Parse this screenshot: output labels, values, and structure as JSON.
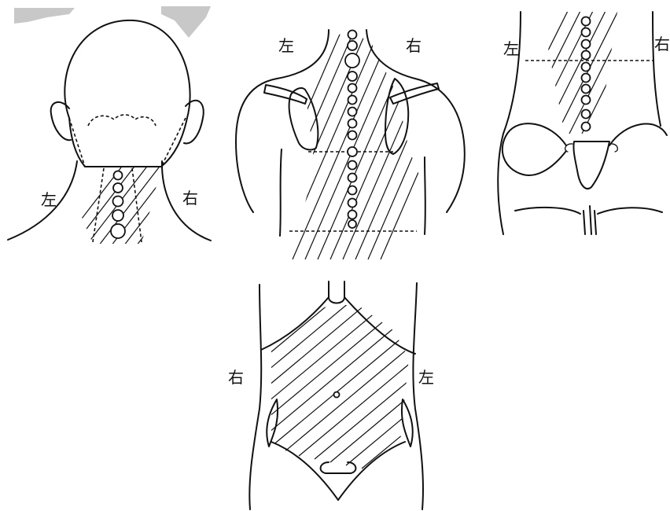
{
  "figures": {
    "head_neck": {
      "left_label": "左",
      "right_label": "右"
    },
    "upper_back": {
      "left_label": "左",
      "right_label": "右"
    },
    "lower_back": {
      "left_label": "左",
      "right_label": "右"
    },
    "abdomen": {
      "left_label": "右",
      "right_label": "左"
    }
  }
}
